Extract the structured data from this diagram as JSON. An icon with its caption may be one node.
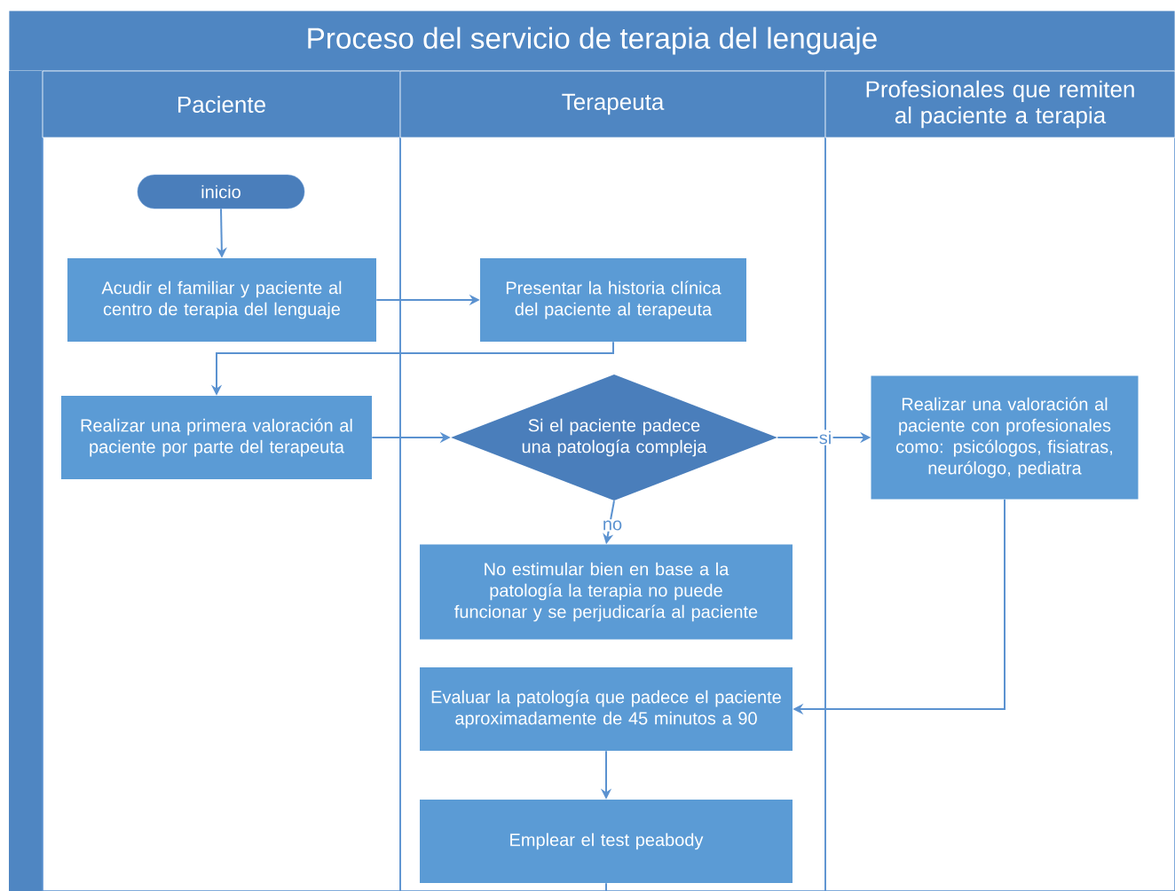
{
  "diagram": {
    "title": "Proceso del servicio de terapia del lenguaje",
    "nodes": [
      {
        "text": [
          "Paciente"
        ]
      },
      {
        "text": [
          "Terapeuta"
        ]
      },
      {
        "text": [
          "Profesionales que remiten al paciente a terapia"
        ]
      },
      {
        "text": [
          "inicio"
        ],
        "in": 0
      },
      {
        "text": [
          "Acudir el familiar y paciente al centro de terapia del lenguaje"
        ],
        "in": 0
      },
      {
        "text": [
          "Presentar la historia clínica del paciente al terapeuta"
        ],
        "in": 1
      },
      {
        "text": [
          "Realizar una primera valoración al paciente por parte del terapeuta"
        ],
        "in": 0
      },
      {
        "text": [
          "Si el paciente padece una patología compleja"
        ],
        "in": 1
      },
      {
        "text": [
          "Realizar una valoración al paciente con profesionales como: psicólogos, fisiatras, neurólogo, pediatra"
        ],
        "in": 2
      },
      {
        "text": [
          "No estimular bien en base a la patología la terapia no puede funcionar y se perjudicaría al paciente"
        ],
        "in": 1
      },
      {
        "text": [
          "Evaluar la patología que padece el paciente aproximadamente de 45 minutos a 90"
        ],
        "in": 1
      },
      {
        "text": [
          "Emplear el test peabody"
        ],
        "in": 1
      }
    ],
    "edges": [
      {
        "from": 3,
        "to": 4,
        "arrow": "to"
      },
      {
        "from": 4,
        "to": 5,
        "arrow": "to"
      },
      {
        "from": 5,
        "to": 6,
        "arrow": "to"
      },
      {
        "from": 6,
        "to": 7,
        "arrow": "to"
      },
      {
        "from": 7,
        "to": 8,
        "label": "si",
        "arrow": "to"
      },
      {
        "from": 7,
        "to": 9,
        "label": "no",
        "arrow": "to"
      },
      {
        "from": 8,
        "to": 10,
        "arrow": "to"
      },
      {
        "from": 10,
        "to": 11,
        "arrow": "to"
      },
      {
        "from": 11,
        "to": null,
        "arrow": "none"
      }
    ]
  }
}
